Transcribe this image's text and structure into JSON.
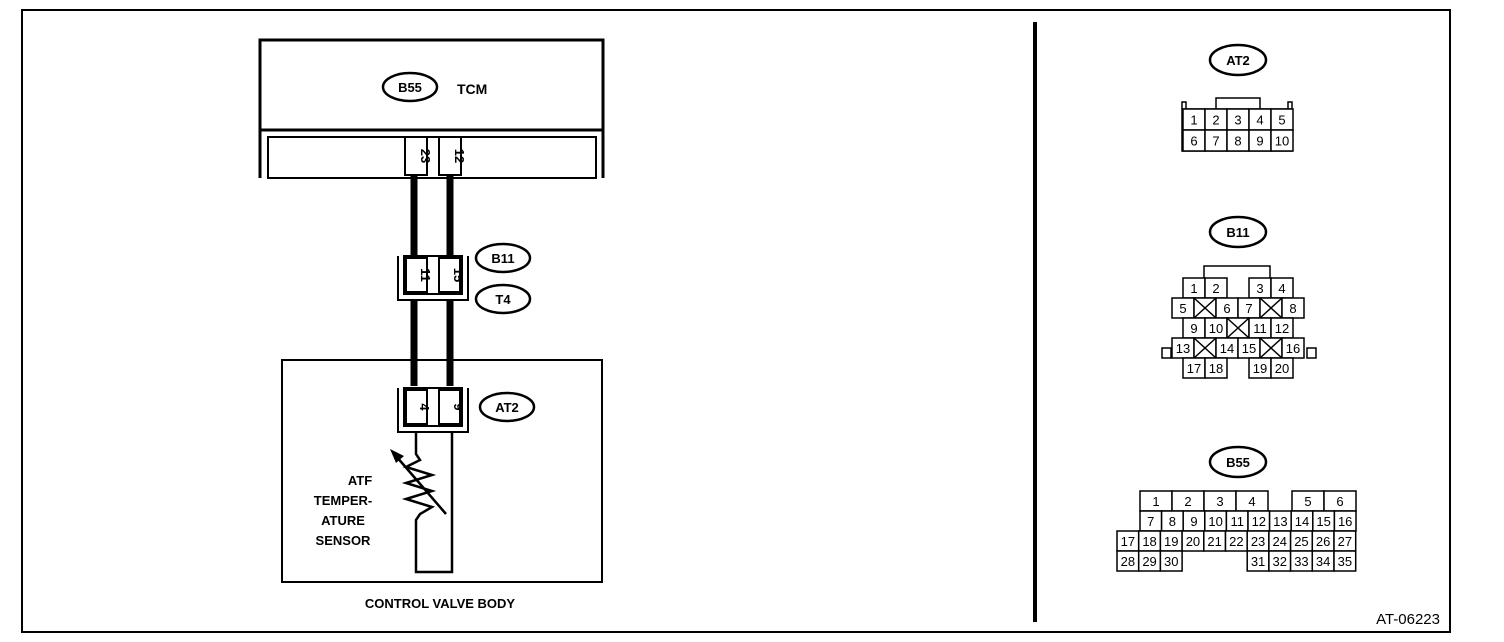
{
  "tcm": {
    "connector_tag": "B55",
    "label": "TCM",
    "pin_a": "23",
    "pin_b": "12"
  },
  "junction": {
    "tag_top": "B11",
    "tag_bottom": "T4",
    "pin_a": "11",
    "pin_b": "15"
  },
  "valve_body": {
    "label": "CONTROL VALVE BODY",
    "connector_tag": "AT2",
    "pin_a": "4",
    "pin_b": "9",
    "sensor_label": [
      "ATF",
      "TEMPER-",
      "ATURE",
      "SENSOR"
    ]
  },
  "at2_connector": {
    "title": "AT2",
    "rows": [
      [
        "1",
        "2",
        "3",
        "4",
        "5"
      ],
      [
        "6",
        "7",
        "8",
        "9",
        "10"
      ]
    ]
  },
  "b11_connector": {
    "title": "B11",
    "rows": [
      [
        "1",
        "2",
        "",
        "3",
        "4"
      ],
      [
        "5",
        "x",
        "6",
        "7",
        "x",
        "8"
      ],
      [
        "9",
        "10",
        "x",
        "11",
        "12"
      ],
      [
        "13",
        "x",
        "14",
        "15",
        "x",
        "16"
      ],
      [
        "17",
        "18",
        "",
        "19",
        "20"
      ]
    ]
  },
  "b55_connector": {
    "title": "B55",
    "rows": [
      [
        "1",
        "2",
        "3",
        "4",
        "",
        "5",
        "6"
      ],
      [
        "7",
        "8",
        "9",
        "10",
        "11",
        "12",
        "13",
        "14",
        "15",
        "16"
      ],
      [
        "17",
        "18",
        "19",
        "20",
        "21",
        "22",
        "23",
        "24",
        "25",
        "26",
        "27"
      ],
      [
        "28",
        "29",
        "30",
        "",
        "",
        "",
        "31",
        "32",
        "33",
        "34",
        "35"
      ]
    ]
  },
  "figure_code": "AT-06223"
}
